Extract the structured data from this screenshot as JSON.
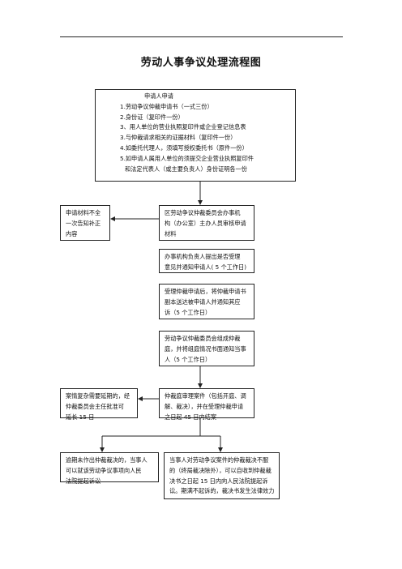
{
  "title": "劳动人事争议处理流程图",
  "steps": {
    "application": {
      "lines": [
        "申请人申请",
        "1.劳动争议仲裁申请书（一式三份）",
        "2.身份证（复印件一份）",
        "3、用人单位的营业执照复印件或企业登记信息表",
        "3.与仲裁请求相关的证据材料（复印件一份）",
        "4.如委托代理人，须填写授权委托书（原件一份）",
        "5.如申请人属用人单位的须提交企业营业执照复印件",
        "和法定代表人（或主要负责人）身份证明各一份"
      ]
    },
    "review": {
      "lines": [
        "区劳动争议仲裁委员会办事机",
        "构（办公室）主办人员审核申请",
        "材料"
      ]
    },
    "incomplete": {
      "lines": [
        "申请材料不全",
        "一次告知补正",
        "内容"
      ]
    },
    "accept_opinion": {
      "lines": [
        "办事机构负责人提出是否受理",
        "意见并通知申请人( 5 个工作日)"
      ]
    },
    "deliver": {
      "lines": [
        "受理仲裁申请后，将仲裁申请书",
        "副本送达被申请人并通知其应",
        "诉（5 个工作日）"
      ]
    },
    "tribunal": {
      "lines": [
        "劳动争议仲裁委员会组成仲裁",
        "庭，并将组庭情况书面通知当事",
        "人（5 个工作日）"
      ]
    },
    "hearing": {
      "lines": [
        "仲裁庭审理案件（包括开庭、调",
        "解、裁决），并在受理仲裁申请",
        "之日起 45 日内结案"
      ]
    },
    "extension": {
      "lines": [
        "案情复杂需要延期的，经",
        "仲裁委员会主任批准可",
        "延长 15 日"
      ]
    },
    "overdue": {
      "lines": [
        "逾期未作出仲裁裁决的，当事人",
        "可以就该劳动争议事项向人民",
        "法院提起诉讼"
      ]
    },
    "appeal": {
      "lines": [
        "当事人对劳动争议案件的仲裁裁决不服",
        "的（终局裁决除外），可以自收到仲裁裁",
        "决书之日起 15 日内向人民法院提起诉",
        "讼。期满不起诉的，裁决书发生法律效力"
      ]
    }
  }
}
